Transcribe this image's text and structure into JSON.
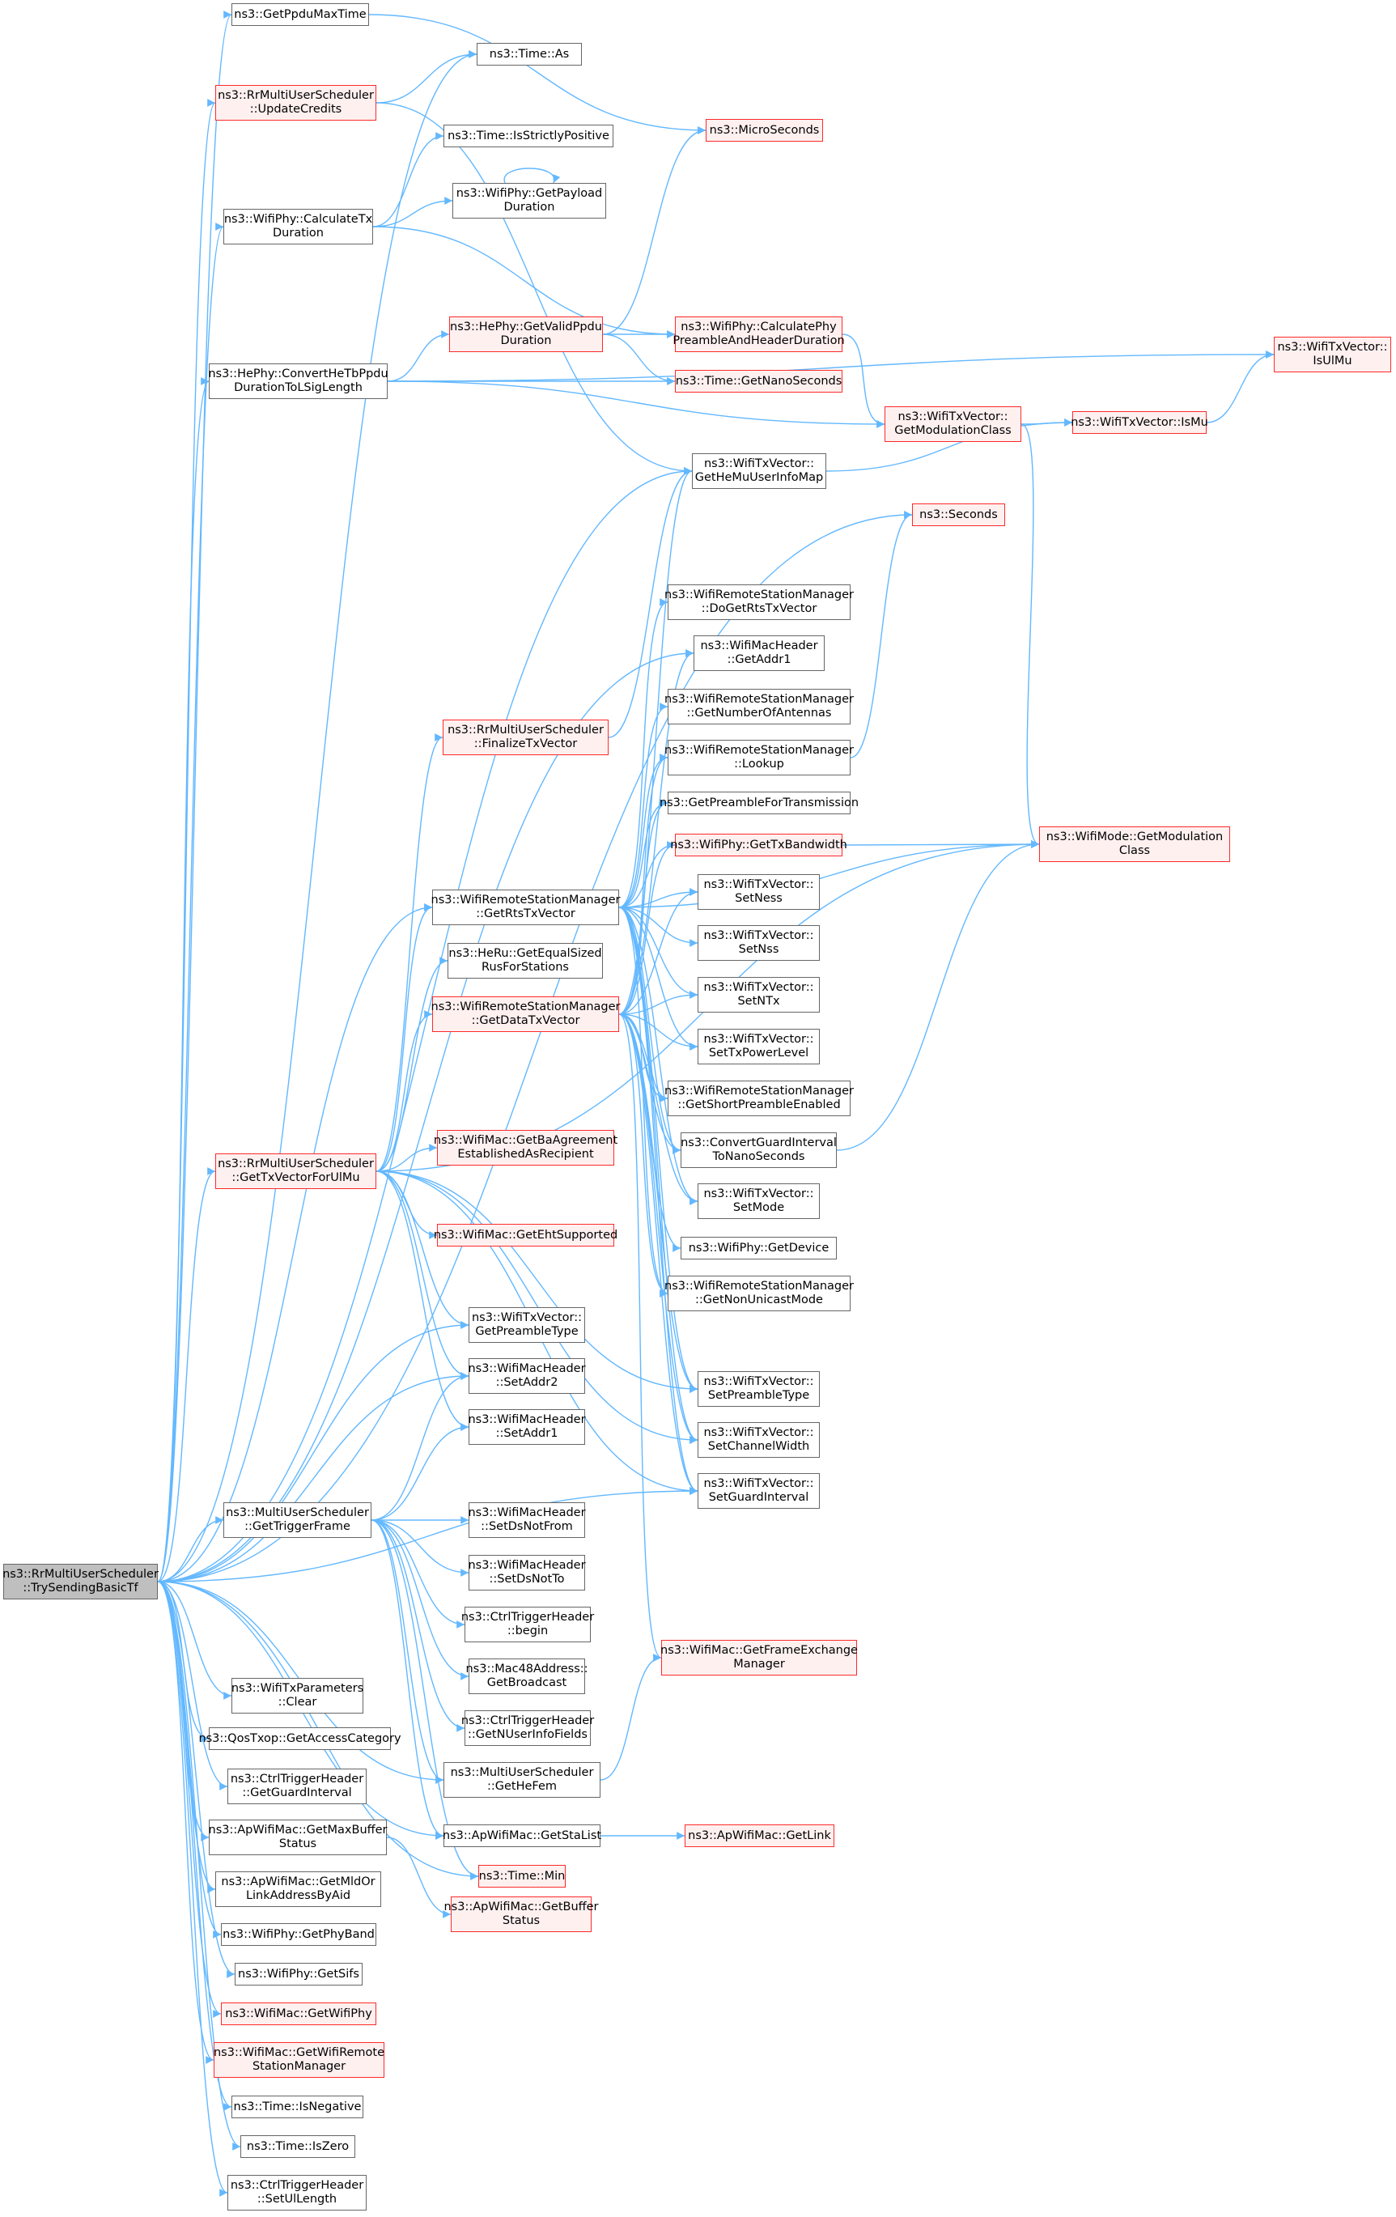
{
  "colors": {
    "edge": "#63b8ff",
    "normal_border": "#666666",
    "red_border": "#ff2a2a",
    "red_fill": "#fff0f0",
    "root_fill": "#bfbfbf"
  },
  "root": {
    "label": "ns3::RrMultiUserScheduler\n::TrySendingBasicTf"
  },
  "nodes": [
    {
      "id": "getppdumaxtime",
      "label": "ns3::GetPpduMaxTime",
      "red": false
    },
    {
      "id": "time_as",
      "label": "ns3::Time::As",
      "red": false
    },
    {
      "id": "updatecredits",
      "label": "ns3::RrMultiUserScheduler\n::UpdateCredits",
      "red": true
    },
    {
      "id": "microseconds",
      "label": "ns3::MicroSeconds",
      "red": true
    },
    {
      "id": "isstrictlypositive",
      "label": "ns3::Time::IsStrictlyPositive",
      "red": false
    },
    {
      "id": "calctxduration",
      "label": "ns3::WifiPhy::CalculateTx\nDuration",
      "red": false
    },
    {
      "id": "getpayloadduration",
      "label": "ns3::WifiPhy::GetPayload\nDuration",
      "red": false
    },
    {
      "id": "getvalidppdu",
      "label": "ns3::HePhy::GetValidPpdu\nDuration",
      "red": true
    },
    {
      "id": "calcphypreamble",
      "label": "ns3::WifiPhy::CalculatePhy\nPreambleAndHeaderDuration",
      "red": true
    },
    {
      "id": "isulmu",
      "label": "ns3::WifiTxVector::\nIsUlMu",
      "red": true
    },
    {
      "id": "convertheTb",
      "label": "ns3::HePhy::ConvertHeTbPpdu\nDurationToLSigLength",
      "red": false
    },
    {
      "id": "getnanoseconds",
      "label": "ns3::Time::GetNanoSeconds",
      "red": true
    },
    {
      "id": "getmodclass_tx",
      "label": "ns3::WifiTxVector::\nGetModulationClass",
      "red": true
    },
    {
      "id": "ismu",
      "label": "ns3::WifiTxVector::IsMu",
      "red": true
    },
    {
      "id": "gethemuuserinfomap",
      "label": "ns3::WifiTxVector::\nGetHeMuUserInfoMap",
      "red": false
    },
    {
      "id": "seconds",
      "label": "ns3::Seconds",
      "red": true
    },
    {
      "id": "dogetrtstxvector",
      "label": "ns3::WifiRemoteStationManager\n::DoGetRtsTxVector",
      "red": false
    },
    {
      "id": "getaddr1",
      "label": "ns3::WifiMacHeader\n::GetAddr1",
      "red": false
    },
    {
      "id": "finalizetxvector",
      "label": "ns3::RrMultiUserScheduler\n::FinalizeTxVector",
      "red": true
    },
    {
      "id": "getnumberofantennas",
      "label": "ns3::WifiRemoteStationManager\n::GetNumberOfAntennas",
      "red": false
    },
    {
      "id": "lookup",
      "label": "ns3::WifiRemoteStationManager\n::Lookup",
      "red": false
    },
    {
      "id": "getpreamblefortx",
      "label": "ns3::GetPreambleForTransmission",
      "red": false
    },
    {
      "id": "gettxbandwidth",
      "label": "ns3::WifiPhy::GetTxBandwidth",
      "red": true
    },
    {
      "id": "getmodclass_mode",
      "label": "ns3::WifiMode::GetModulation\nClass",
      "red": true
    },
    {
      "id": "getrtstxvector",
      "label": "ns3::WifiRemoteStationManager\n::GetRtsTxVector",
      "red": false
    },
    {
      "id": "setness",
      "label": "ns3::WifiTxVector::\nSetNess",
      "red": false
    },
    {
      "id": "getequalsizedrus",
      "label": "ns3::HeRu::GetEqualSized\nRusForStations",
      "red": false
    },
    {
      "id": "setnss",
      "label": "ns3::WifiTxVector::\nSetNss",
      "red": false
    },
    {
      "id": "getdatatxvector",
      "label": "ns3::WifiRemoteStationManager\n::GetDataTxVector",
      "red": true
    },
    {
      "id": "setntx",
      "label": "ns3::WifiTxVector::\nSetNTx",
      "red": false
    },
    {
      "id": "settxpowerlevel",
      "label": "ns3::WifiTxVector::\nSetTxPowerLevel",
      "red": false
    },
    {
      "id": "getshortpreamble",
      "label": "ns3::WifiRemoteStationManager\n::GetShortPreambleEnabled",
      "red": false
    },
    {
      "id": "gettxvectorforulmu",
      "label": "ns3::RrMultiUserScheduler\n::GetTxVectorForUlMu",
      "red": true
    },
    {
      "id": "getbaagreement",
      "label": "ns3::WifiMac::GetBaAgreement\nEstablishedAsRecipient",
      "red": true
    },
    {
      "id": "convertguardinterval",
      "label": "ns3::ConvertGuardInterval\nToNanoSeconds",
      "red": false
    },
    {
      "id": "setmode",
      "label": "ns3::WifiTxVector::\nSetMode",
      "red": false
    },
    {
      "id": "getehtsupported",
      "label": "ns3::WifiMac::GetEhtSupported",
      "red": true
    },
    {
      "id": "getdevice",
      "label": "ns3::WifiPhy::GetDevice",
      "red": false
    },
    {
      "id": "getnonunicastmode",
      "label": "ns3::WifiRemoteStationManager\n::GetNonUnicastMode",
      "red": false
    },
    {
      "id": "getpreambletype",
      "label": "ns3::WifiTxVector::\nGetPreambleType",
      "red": false
    },
    {
      "id": "setaddr2",
      "label": "ns3::WifiMacHeader\n::SetAddr2",
      "red": false
    },
    {
      "id": "setpreambletype",
      "label": "ns3::WifiTxVector::\nSetPreambleType",
      "red": false
    },
    {
      "id": "setaddr1",
      "label": "ns3::WifiMacHeader\n::SetAddr1",
      "red": false
    },
    {
      "id": "setchannelwidth",
      "label": "ns3::WifiTxVector::\nSetChannelWidth",
      "red": false
    },
    {
      "id": "setguardinterval",
      "label": "ns3::WifiTxVector::\nSetGuardInterval",
      "red": false
    },
    {
      "id": "gettriggerframe",
      "label": "ns3::MultiUserScheduler\n::GetTriggerFrame",
      "red": false
    },
    {
      "id": "setdsnotfrom",
      "label": "ns3::WifiMacHeader\n::SetDsNotFrom",
      "red": false
    },
    {
      "id": "setdsnotto",
      "label": "ns3::WifiMacHeader\n::SetDsNotTo",
      "red": false
    },
    {
      "id": "ctrltrigger_begin",
      "label": "ns3::CtrlTriggerHeader\n::begin",
      "red": false
    },
    {
      "id": "getframeexchange",
      "label": "ns3::WifiMac::GetFrameExchange\nManager",
      "red": true
    },
    {
      "id": "getbroadcast",
      "label": "ns3::Mac48Address::\nGetBroadcast",
      "red": false
    },
    {
      "id": "txparams_clear",
      "label": "ns3::WifiTxParameters\n::Clear",
      "red": false
    },
    {
      "id": "getnuserinfofields",
      "label": "ns3::CtrlTriggerHeader\n::GetNUserInfoFields",
      "red": false
    },
    {
      "id": "getaccesscategory",
      "label": "ns3::QosTxop::GetAccessCategory",
      "red": false
    },
    {
      "id": "gethefem",
      "label": "ns3::MultiUserScheduler\n::GetHeFem",
      "red": false
    },
    {
      "id": "getguardinterval",
      "label": "ns3::CtrlTriggerHeader\n::GetGuardInterval",
      "red": false
    },
    {
      "id": "getstalist",
      "label": "ns3::ApWifiMac::GetStaList",
      "red": false
    },
    {
      "id": "getlink",
      "label": "ns3::ApWifiMac::GetLink",
      "red": true
    },
    {
      "id": "getmaxbufferstatus",
      "label": "ns3::ApWifiMac::GetMaxBuffer\nStatus",
      "red": false
    },
    {
      "id": "time_min",
      "label": "ns3::Time::Min",
      "red": true
    },
    {
      "id": "getmldorlinkaddress",
      "label": "ns3::ApWifiMac::GetMldOr\nLinkAddressByAid",
      "red": false
    },
    {
      "id": "getbufferstatus",
      "label": "ns3::ApWifiMac::GetBuffer\nStatus",
      "red": true
    },
    {
      "id": "getphyband",
      "label": "ns3::WifiPhy::GetPhyBand",
      "red": false
    },
    {
      "id": "getsifs",
      "label": "ns3::WifiPhy::GetSifs",
      "red": false
    },
    {
      "id": "getwifiphy",
      "label": "ns3::WifiMac::GetWifiPhy",
      "red": true
    },
    {
      "id": "getwifiremotestationmanager",
      "label": "ns3::WifiMac::GetWifiRemote\nStationManager",
      "red": true
    },
    {
      "id": "time_isnegative",
      "label": "ns3::Time::IsNegative",
      "red": false
    },
    {
      "id": "time_iszero",
      "label": "ns3::Time::IsZero",
      "red": false
    },
    {
      "id": "setullength",
      "label": "ns3::CtrlTriggerHeader\n::SetUlLength",
      "red": false
    }
  ]
}
